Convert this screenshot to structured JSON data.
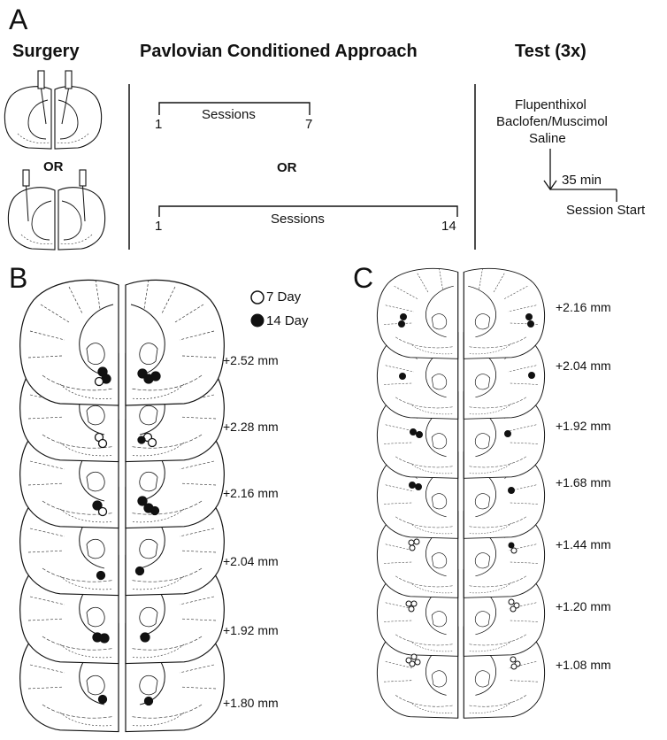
{
  "panel_a": {
    "letter": "A",
    "headers": {
      "surgery": "Surgery",
      "pavlovian": "Pavlovian Conditioned Approach",
      "test": "Test (3x)"
    },
    "surgery_or": "OR",
    "timeline_short": {
      "start": "1",
      "label": "Sessions",
      "end": "7"
    },
    "timeline_or": "OR",
    "timeline_long": {
      "start": "1",
      "label": "Sessions",
      "end": "14"
    },
    "test_drugs": [
      "Flupenthixol",
      "Baclofen/Muscimol",
      "Saline"
    ],
    "test_delay": "35 min",
    "test_start": "Session Start"
  },
  "panel_b": {
    "letter": "B",
    "legend": {
      "open": "7 Day",
      "filled": "14 Day"
    },
    "levels": [
      "+2.52 mm",
      "+2.28 mm",
      "+2.16 mm",
      "+2.04 mm",
      "+1.92 mm",
      "+1.80 mm"
    ]
  },
  "panel_c": {
    "letter": "C",
    "levels": [
      "+2.16 mm",
      "+2.04 mm",
      "+1.92 mm",
      "+1.68 mm",
      "+1.44 mm",
      "+1.20 mm",
      "+1.08 mm"
    ]
  },
  "colors": {
    "ink": "#111111",
    "background": "#ffffff"
  }
}
